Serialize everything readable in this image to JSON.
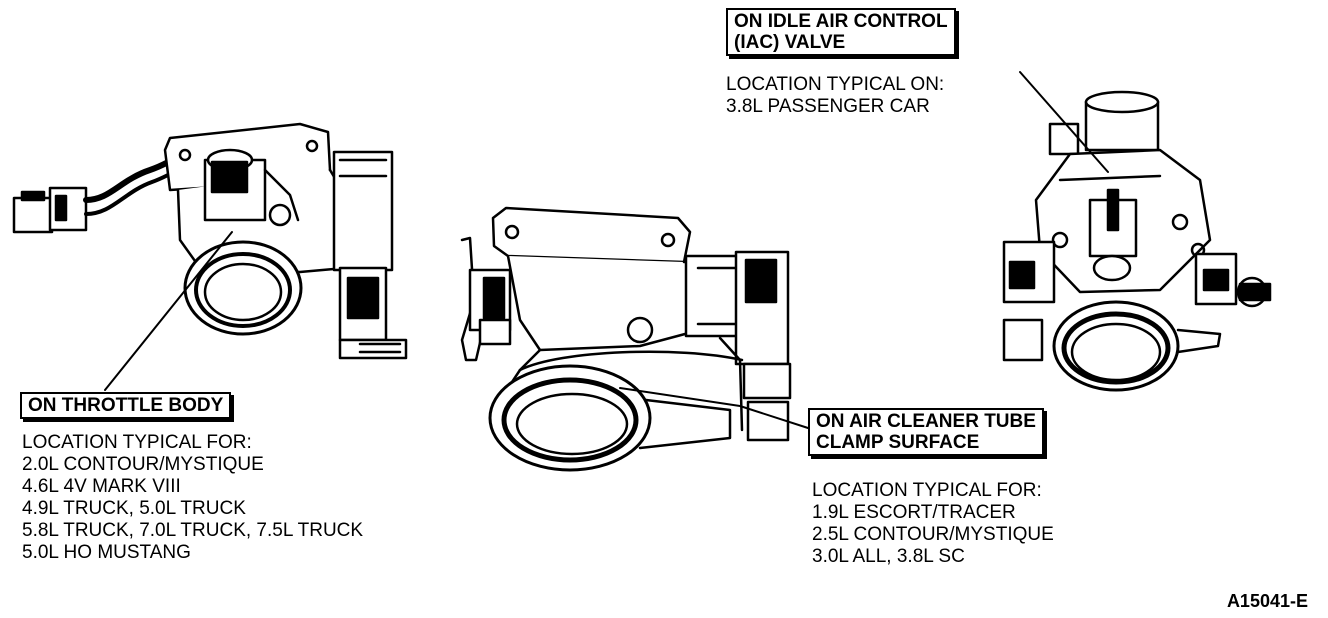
{
  "callouts": {
    "iac": {
      "box_lines": [
        "ON IDLE AIR CONTROL",
        "(IAC) VALVE"
      ],
      "loc_lines": [
        "LOCATION TYPICAL ON:",
        "3.8L PASSENGER CAR"
      ]
    },
    "throttle_body": {
      "box_lines": [
        "ON THROTTLE BODY"
      ],
      "loc_lines": [
        "LOCATION TYPICAL FOR:",
        "2.0L CONTOUR/MYSTIQUE",
        "4.6L 4V MARK VIII",
        "4.9L TRUCK, 5.0L TRUCK",
        "5.8L TRUCK, 7.0L TRUCK, 7.5L TRUCK",
        "5.0L HO MUSTANG"
      ]
    },
    "air_cleaner": {
      "box_lines": [
        "ON AIR CLEANER TUBE",
        "CLAMP SURFACE"
      ],
      "loc_lines": [
        "LOCATION TYPICAL FOR:",
        "1.9L ESCORT/TRACER",
        "2.5L CONTOUR/MYSTIQUE",
        "3.0L ALL, 3.8L SC"
      ]
    }
  },
  "figure_id": "A15041-E"
}
